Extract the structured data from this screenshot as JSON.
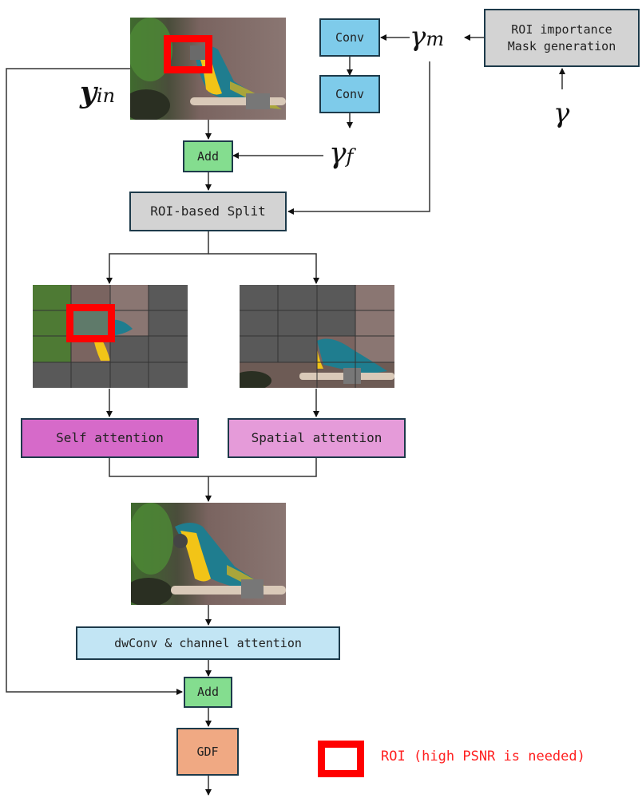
{
  "blocks": {
    "conv1": "Conv",
    "conv2": "Conv",
    "roi_mask": [
      "ROI importance",
      "Mask generation"
    ],
    "add_top": "Add",
    "roi_split": "ROI-based Split",
    "self_attention": "Self attention",
    "spatial_attention": "Spatial attention",
    "dwconv": "dwConv & channel attention",
    "add_bottom": "Add",
    "gdf": "GDF"
  },
  "symbols": {
    "gamma_m": {
      "base": "γ",
      "sub": "m"
    },
    "gamma": {
      "base": "γ"
    },
    "gamma_f": {
      "base": "γ",
      "sub": "f"
    },
    "y_in": {
      "base": "y",
      "sub": "in"
    }
  },
  "images": {
    "input": "parrot image with ROI box",
    "self_split": "parrot image, ROI patches kept, others masked",
    "spatial_split": "parrot image, non-ROI patches kept, others masked",
    "output": "reconstructed parrot image"
  },
  "legend": {
    "label": "ROI (high PSNR is needed)",
    "color": "#ff0000"
  },
  "colors": {
    "conv": "#7ecbea",
    "grey": "#d3d3d3",
    "add": "#84dd8f",
    "self_attention": "#d66ac9",
    "spatial_attention": "#e59bd9",
    "dwconv": "#c2e5f4",
    "gdf": "#f0a983"
  }
}
